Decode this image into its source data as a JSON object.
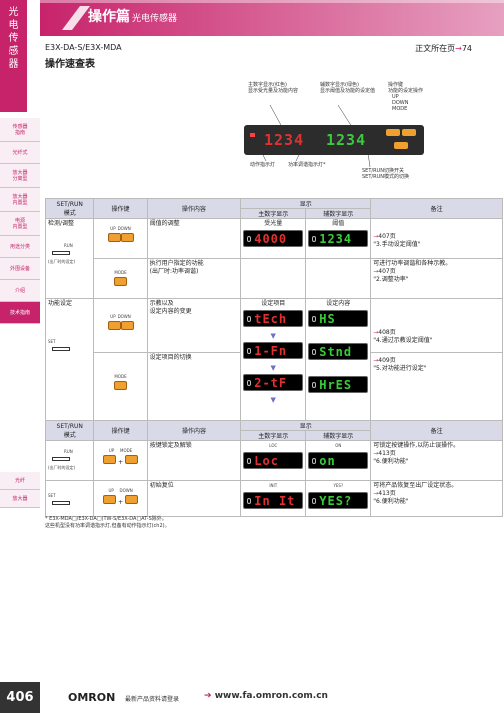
{
  "sidebar": {
    "vertical_title": [
      "光",
      "电",
      "传",
      "感",
      "器"
    ],
    "items": [
      "传感器\n指南",
      "光纤式",
      "放大器\n分离型",
      "放大器\n内置型",
      "电源\n内置型",
      "用途分类",
      "外围设备",
      "介绍",
      "技术指南"
    ],
    "active_index": 8,
    "lower_items": [
      "光纤",
      "放大器"
    ]
  },
  "header": {
    "section_title": "操作篇",
    "section_subtitle": "光电传感器",
    "model": "E3X-DA-S/E3X-MDA",
    "location_text": "正文所在页",
    "location_arrow": "→",
    "location_page": "74",
    "heading": "操作速查表"
  },
  "diagram": {
    "main_display_label": "主数字显示(红色)",
    "main_display_desc": "显示受光量及功能内容",
    "sub_display_label": "辅数字显示(绿色)",
    "sub_display_desc": "显示阈值及功能的设定值",
    "keys_label": "操作键",
    "keys_desc": "功能的设定操作",
    "key_up": "UP",
    "key_down": "DOWN",
    "key_mode": "MODE",
    "op_led": "动作指示灯",
    "power_led": "功率调谐指示灯*",
    "switch_label": "SET/RUN切换开关",
    "switch_desc": "SET/RUN模式的切换",
    "main_digits": "1234",
    "sub_digits": "1234"
  },
  "table1": {
    "headers": {
      "mode": "SET/RUN\n模式",
      "key": "操作键",
      "content": "操作内容",
      "display": "显示",
      "main": "主数字显示",
      "sub": "辅数字显示",
      "note": "备注"
    },
    "rows": [
      {
        "mode": "检测/调整",
        "mode_sub": "(出厂时的设定)",
        "switch": "RUN",
        "content": "阈值的调整",
        "main": "受光量",
        "sub": "阈值",
        "main_lcd": "4000",
        "sub_lcd": "1234",
        "note_arrow": "→",
        "note_page": "407页",
        "note_title": "\"3.手动设定阈值\""
      },
      {
        "content": "执行用户指定的功能\n(出厂时:功率调谐)",
        "note": "可进行功率调谐和各种示教。",
        "note_arrow": "→",
        "note_page": "407页",
        "note_title": "\"2.调整功率\""
      },
      {
        "mode": "功能设定",
        "switch": "SET",
        "content": "示教以及\n设定内容的变更",
        "main": "设定项目",
        "sub": "设定内容",
        "lcd_rows": [
          [
            "tEch",
            "HS"
          ],
          [
            "1-Fn",
            "Stnd"
          ],
          [
            "2-tF",
            "HrES"
          ]
        ],
        "note_arrow": "→",
        "note_page": "408页",
        "note_title": "\"4.通过示教设定阈值\""
      },
      {
        "content": "设定项目的切换",
        "note_arrow": "→",
        "note_page": "409页",
        "note_title": "\"5.对功能进行设定\""
      }
    ],
    "key_labels": {
      "up": "UP",
      "down": "DOWN",
      "mode": "MODE"
    }
  },
  "table2": {
    "headers": {
      "mode": "SET/RUN\n模式",
      "key": "操作键",
      "content": "操作内容",
      "display": "显示",
      "main": "主数字显示",
      "sub": "辅数字显示",
      "note": "备注"
    },
    "rows": [
      {
        "switch": "RUN",
        "switch_sub": "(出厂时的设定)",
        "key_a": "UP",
        "key_b": "MODE",
        "plus": "+",
        "content": "按键锁定及解锁",
        "main_label": "LOC",
        "sub_label": "ON",
        "main_lcd": "Loc",
        "sub_lcd": "on",
        "note": "可锁定按键操作,以防止误操作。",
        "note_arrow": "→",
        "note_page": "413页",
        "note_title": "\"6.便利功能\""
      },
      {
        "switch": "SET",
        "key_a": "UP",
        "key_b": "DOWN",
        "plus": "+",
        "content": "初始复位",
        "main_label": "INIT",
        "sub_label": "YES?",
        "main_lcd": "In It",
        "sub_lcd": "YES?",
        "note": "可将产品恢复至出厂设定状态。",
        "note_arrow": "→",
        "note_page": "413页",
        "note_title": "\"6.便利功能\""
      }
    ]
  },
  "footnote": [
    "* E3X-MDA□/E3X-DA□(TW-S/E3X-DA□AT-S除外。",
    "  这些机型没有功率调谐指示灯,但备有动作指示灯(ch2)。"
  ],
  "footer": {
    "page": "406",
    "brand": "OMRON",
    "line": "最新产品资料请登录",
    "arrow": "➔",
    "url": "www.fa.omron.com.cn"
  },
  "colors": {
    "accent": "#c7236b",
    "lcd_red": "#e03030",
    "lcd_green": "#3acb3a",
    "header_fill": "#d9d9e8"
  }
}
